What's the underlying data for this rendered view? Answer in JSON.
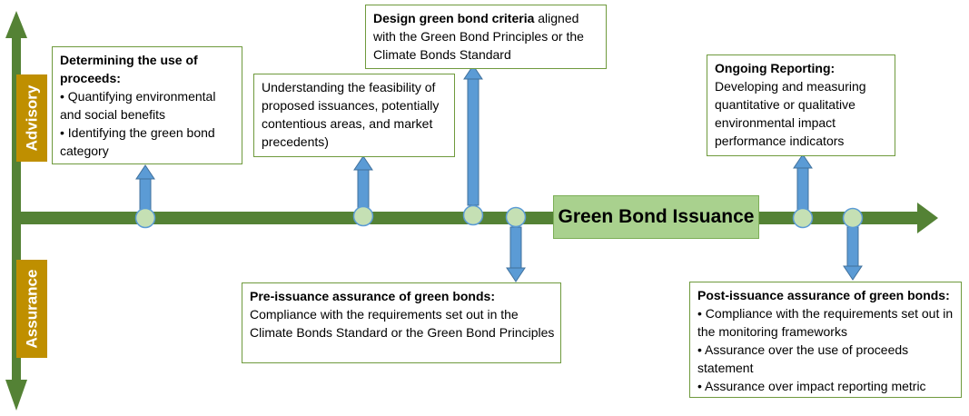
{
  "side_labels": {
    "advisory": "Advisory",
    "assurance": "Assurance"
  },
  "center": {
    "issuance": "Green Bond Issuance"
  },
  "boxes": {
    "use_of_proceeds": {
      "heading": "Determining the use of proceeds:",
      "bullets": [
        "• Quantifying environmental and social benefits",
        "• Identifying the  green bond category"
      ]
    },
    "feasibility": {
      "text": "Understanding the feasibility of proposed issuances, potentially contentious areas, and market precedents)"
    },
    "criteria": {
      "heading": "Design green bond criteria",
      "text": " aligned with the Green Bond Principles or the Climate Bonds Standard"
    },
    "ongoing_reporting": {
      "heading": "Ongoing  Reporting:",
      "text": "Developing and measuring quantitative or qualitative environmental impact performance indicators"
    },
    "pre_issuance": {
      "heading": "Pre-issuance assurance of green bonds:",
      "text": "Compliance with the requirements set out in the Climate Bonds Standard or the Green Bond Principles"
    },
    "post_issuance": {
      "heading": "Post-issuance assurance of green bonds:",
      "bullets": [
        "• Compliance with the requirements set out in the monitoring frameworks",
        "• Assurance over the use of proceeds statement",
        "• Assurance over impact reporting metric"
      ]
    }
  },
  "colors": {
    "timeline": "#548235",
    "milestone_fill": "#c5e0b4",
    "connector_arrow": "#5b9bd5",
    "label_bg": "#bf8f00",
    "issuance_fill": "#a9d18e",
    "box_border": "#6f9a3d"
  }
}
